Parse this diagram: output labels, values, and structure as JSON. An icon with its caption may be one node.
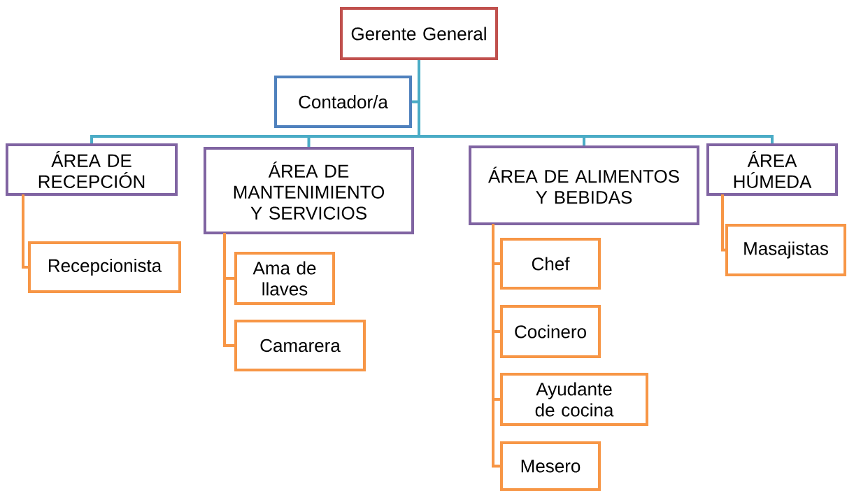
{
  "diagram": {
    "nodes": [
      {
        "text": [
          "Gerente General"
        ]
      },
      {
        "text": [
          "Contador/a"
        ]
      },
      {
        "text": [
          "ÁREA DE RECEPCIÓN"
        ]
      },
      {
        "text": [
          "ÁREA DE MANTENIMIENTO Y SERVICIOS"
        ]
      },
      {
        "text": [
          "ÁREA DE ALIMENTOS Y BEBIDAS"
        ]
      },
      {
        "text": [
          "ÁREA HÚMEDA"
        ]
      },
      {
        "text": [
          "Recepcionista"
        ]
      },
      {
        "text": [
          "Ama de llaves"
        ]
      },
      {
        "text": [
          "Camarera"
        ]
      },
      {
        "text": [
          "Chef"
        ]
      },
      {
        "text": [
          "Cocinero"
        ]
      },
      {
        "text": [
          "Ayudante de cocina"
        ]
      },
      {
        "text": [
          "Mesero"
        ]
      },
      {
        "text": [
          "Masajistas"
        ]
      }
    ],
    "edges": [
      {
        "from": 0,
        "to": 1,
        "arrow": "none",
        "color": "#4bacc6"
      },
      {
        "from": 0,
        "to": 2,
        "arrow": "none",
        "color": "#4bacc6"
      },
      {
        "from": 0,
        "to": 3,
        "arrow": "none",
        "color": "#4bacc6"
      },
      {
        "from": 0,
        "to": 4,
        "arrow": "none",
        "color": "#4bacc6"
      },
      {
        "from": 0,
        "to": 5,
        "arrow": "none",
        "color": "#4bacc6"
      },
      {
        "from": 2,
        "to": 6,
        "arrow": "none"
      },
      {
        "from": 3,
        "to": 7,
        "arrow": "none"
      },
      {
        "from": 3,
        "to": 8,
        "arrow": "none"
      },
      {
        "from": 4,
        "to": 9,
        "arrow": "none"
      },
      {
        "from": 4,
        "to": 10,
        "arrow": "none"
      },
      {
        "from": 4,
        "to": 11,
        "arrow": "none"
      },
      {
        "from": 4,
        "to": 12,
        "arrow": "none"
      },
      {
        "from": 5,
        "to": 13,
        "arrow": "none"
      }
    ]
  }
}
